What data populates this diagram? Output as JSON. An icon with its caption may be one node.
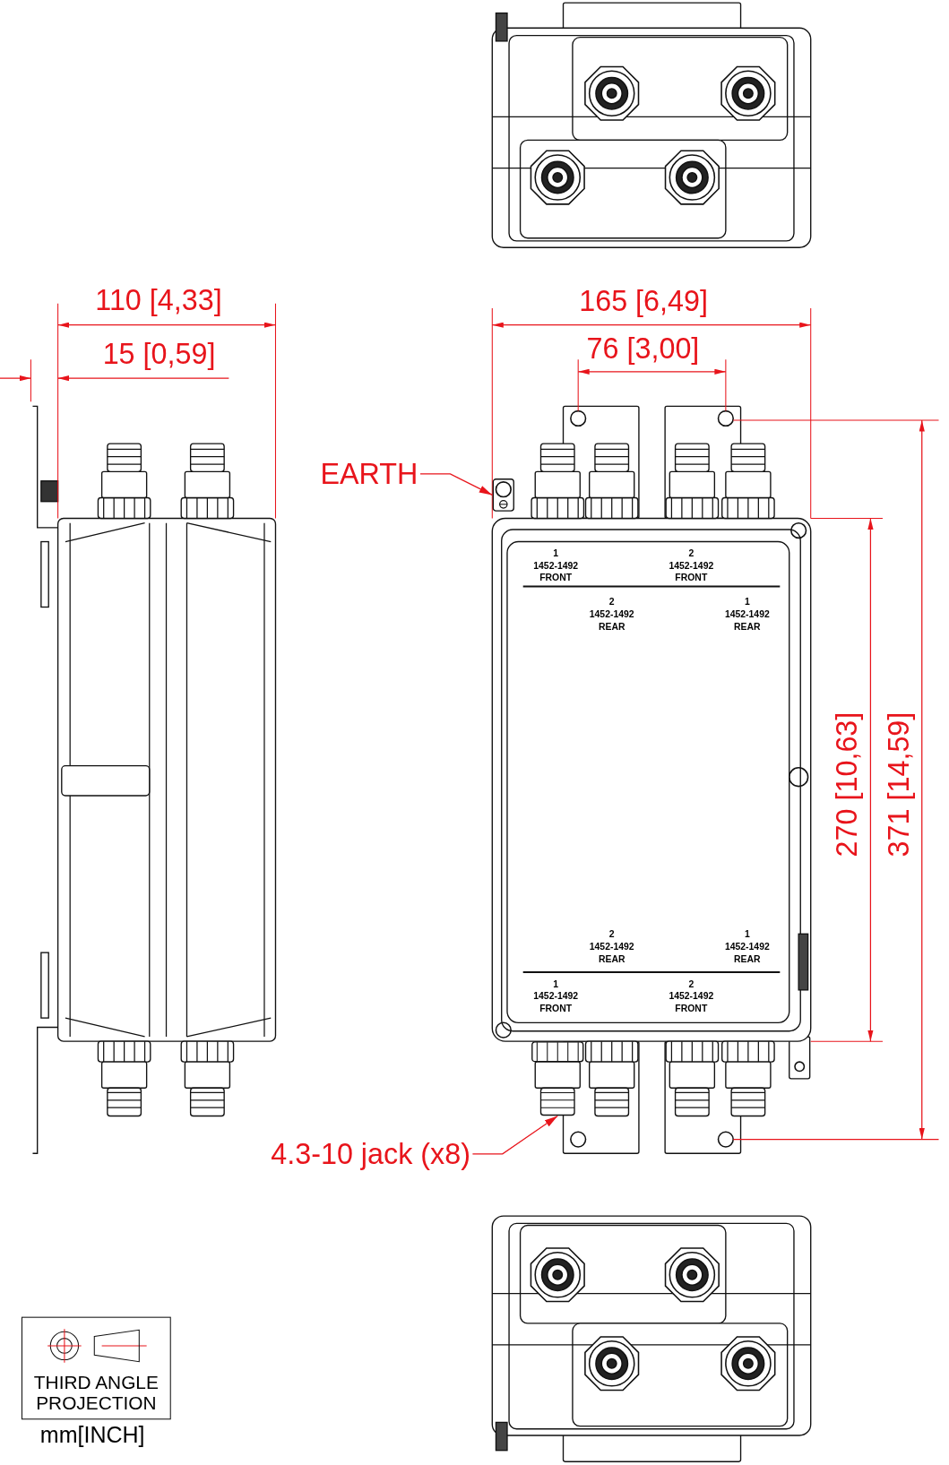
{
  "diagram": {
    "nodes": [
      {
        "text": [
          "EARTH"
        ]
      },
      {
        "text": [],
        "shape": "picture"
      },
      {
        "text": [
          "4.3-10 jack (x8)"
        ]
      },
      {
        "text": [],
        "shape": "picture"
      },
      {
        "text": [
          "THIRD ANGLE PROJECTION"
        ],
        "beside": [
          "mm[INCH]"
        ]
      }
    ],
    "edges": [
      {
        "from": 0,
        "to": 1,
        "arrow": "to"
      },
      {
        "from": 2,
        "to": 3,
        "arrow": "to"
      }
    ],
    "labels": [
      "110 [4,33]",
      "165 [6,49]",
      "15 [0,59]",
      "76 [3,00]",
      "1 1452-1492 FRONT",
      "2 1452-1492 FRONT",
      "2 1452-1492 REAR",
      "1 1452-1492 REAR",
      "270 [10,63]",
      "371 [14,59]",
      "2 1452-1492 REAR",
      "1 1452-1492 REAR",
      "1 1452-1492 FRONT",
      "2 1452-1492 FRONT"
    ]
  }
}
